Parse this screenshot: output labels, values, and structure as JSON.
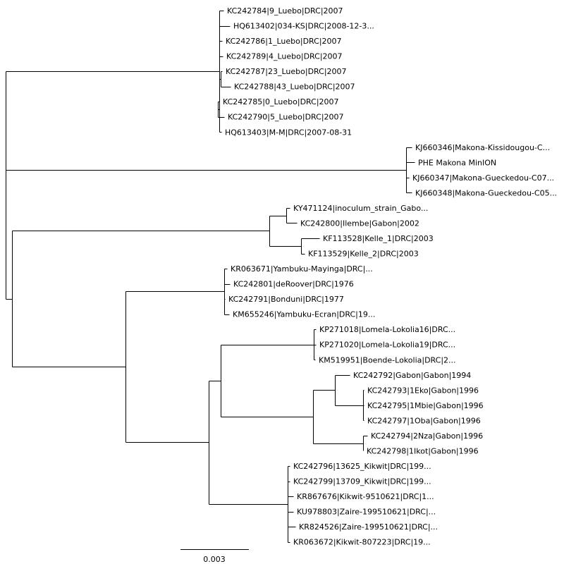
{
  "colors": {
    "line": "#000000",
    "text": "#000000",
    "highlight": "#22cc00"
  },
  "scale_bar": {
    "label": "0.003"
  },
  "tree": {
    "c": [
      {
        "c": [
          {
            "n": "KC242784|9_Luebo|DRC|2007"
          },
          {
            "n": "HQ613402|034-KS|DRC|2008-12-3..."
          },
          {
            "c": [
              {
                "n": "KC242786|1_Luebo|DRC|2007"
              },
              {
                "n": "KC242789|4_Luebo|DRC|2007"
              }
            ]
          },
          {
            "c": [
              {
                "n": "KC242787|23_Luebo|DRC|2007"
              },
              {
                "n": "KC242788|43_Luebo|DRC|2007"
              }
            ]
          },
          {
            "c": [
              {
                "n": "KC242785|0_Luebo|DRC|2007"
              },
              {
                "n": "KC242790|5_Luebo|DRC|2007"
              }
            ]
          },
          {
            "n": "HQ613403|M-M|DRC|2007-08-31"
          }
        ]
      },
      {
        "c": [
          {
            "n": "KJ660346|Makona-Kissidougou-C..."
          },
          {
            "n": "PHE Makona MinION",
            "highlight": true
          },
          {
            "n": "KJ660347|Makona-Gueckedou-C07..."
          },
          {
            "n": "KJ660348|Makona-Gueckedou-C05..."
          }
        ]
      },
      {
        "c": [
          {
            "c": [
              {
                "c": [
                  {
                    "n": "KY471124|inoculum_strain_Gabo..."
                  },
                  {
                    "n": "KC242800|Ilembe|Gabon|2002"
                  }
                ]
              },
              {
                "c": [
                  {
                    "n": "KF113528|Kelle_1|DRC|2003"
                  },
                  {
                    "n": "KF113529|Kelle_2|DRC|2003"
                  }
                ]
              }
            ]
          },
          {
            "c": [
              {
                "c": [
                  {
                    "n": "KR063671|Yambuku-Mayinga|DRC|..."
                  },
                  {
                    "n": "KC242801|deRoover|DRC|1976"
                  },
                  {
                    "n": "KC242791|Bonduni|DRC|1977"
                  },
                  {
                    "n": "KM655246|Yambuku-Ecran|DRC|19..."
                  }
                ]
              },
              {
                "c": [
                  {
                    "c": [
                      {
                        "c": [
                          {
                            "n": "KP271018|Lomela-Lokolia16|DRC..."
                          },
                          {
                            "n": "KP271020|Lomela-Lokolia19|DRC..."
                          },
                          {
                            "n": "KM519951|Boende-Lokolia|DRC|2..."
                          }
                        ]
                      },
                      {
                        "c": [
                          {
                            "c": [
                              {
                                "n": "KC242792|Gabon|Gabon|1994"
                              },
                              {
                                "c": [
                                  {
                                    "n": "KC242793|1Eko|Gabon|1996"
                                  },
                                  {
                                    "n": "KC242795|1Mbie|Gabon|1996"
                                  },
                                  {
                                    "n": "KC242797|1Oba|Gabon|1996"
                                  }
                                ]
                              }
                            ]
                          },
                          {
                            "c": [
                              {
                                "n": "KC242794|2Nza|Gabon|1996"
                              },
                              {
                                "n": "KC242798|1Ikot|Gabon|1996"
                              }
                            ]
                          }
                        ]
                      }
                    ]
                  },
                  {
                    "c": [
                      {
                        "n": "KC242796|13625_Kikwit|DRC|199..."
                      },
                      {
                        "n": "KC242799|13709_Kikwit|DRC|199..."
                      },
                      {
                        "c": [
                          {
                            "n": "KR867676|Kikwit-9510621|DRC|1..."
                          },
                          {
                            "n": "KU978803|Zaire-199510621|DRC|..."
                          }
                        ]
                      },
                      {
                        "n": "KR824526|Zaire-199510621|DRC|..."
                      },
                      {
                        "n": "KR063672|Kikwit-807223|DRC|19..."
                      }
                    ]
                  }
                ]
              }
            ]
          }
        ]
      }
    ]
  }
}
